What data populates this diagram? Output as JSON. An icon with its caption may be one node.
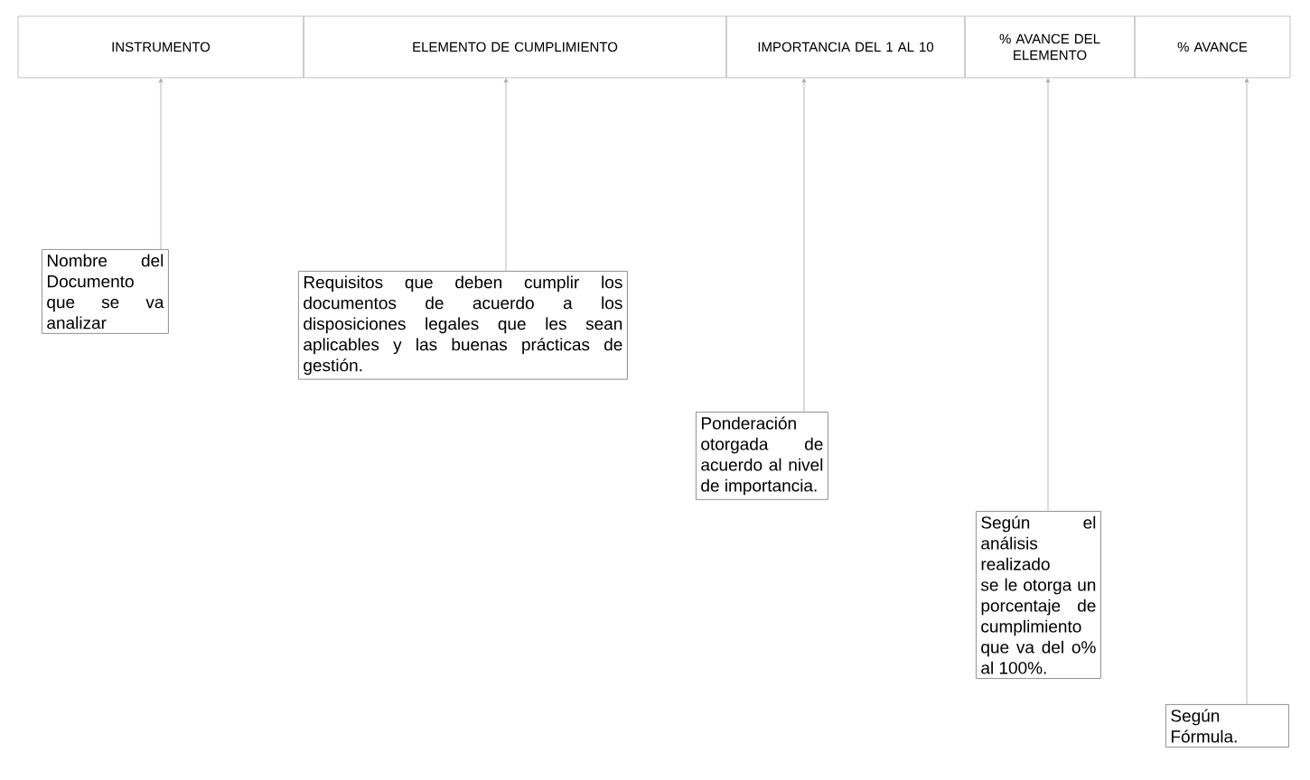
{
  "diagram": {
    "nodes": [
      {
        "text": [
          "INSTRUMENTO"
        ]
      },
      {
        "text": [
          "ELEMENTO DE CUMPLIMIENTO"
        ]
      },
      {
        "text": [
          "IMPORTANCIA DEL 1 AL 10"
        ]
      },
      {
        "text": [
          "% AVANCE DEL ELEMENTO"
        ]
      },
      {
        "text": [
          "% AVANCE"
        ]
      },
      {
        "text": [
          "Nombre del Documento que se va analizar"
        ]
      },
      {
        "text": [
          "Requisitos que deben cumplir los documentos de acuerdo a los disposiciones legales que les sean aplicables y las buenas prácticas de gestión."
        ]
      },
      {
        "text": [
          "Ponderación otorgada de acuerdo al nivel de importancia."
        ]
      },
      {
        "text": [
          "Según el análisis realizado se le otorga un porcentaje de cumplimiento que va del o% al 100%."
        ]
      },
      {
        "text": [
          "Según Fórmula."
        ]
      }
    ],
    "edges": [
      {
        "from": 5,
        "to": 0,
        "arrow": "to"
      },
      {
        "from": 6,
        "to": 1,
        "arrow": "to"
      },
      {
        "from": 7,
        "to": 2,
        "arrow": "to"
      },
      {
        "from": 8,
        "to": 3,
        "arrow": "to"
      },
      {
        "from": 9,
        "to": 4,
        "arrow": "to"
      }
    ]
  }
}
